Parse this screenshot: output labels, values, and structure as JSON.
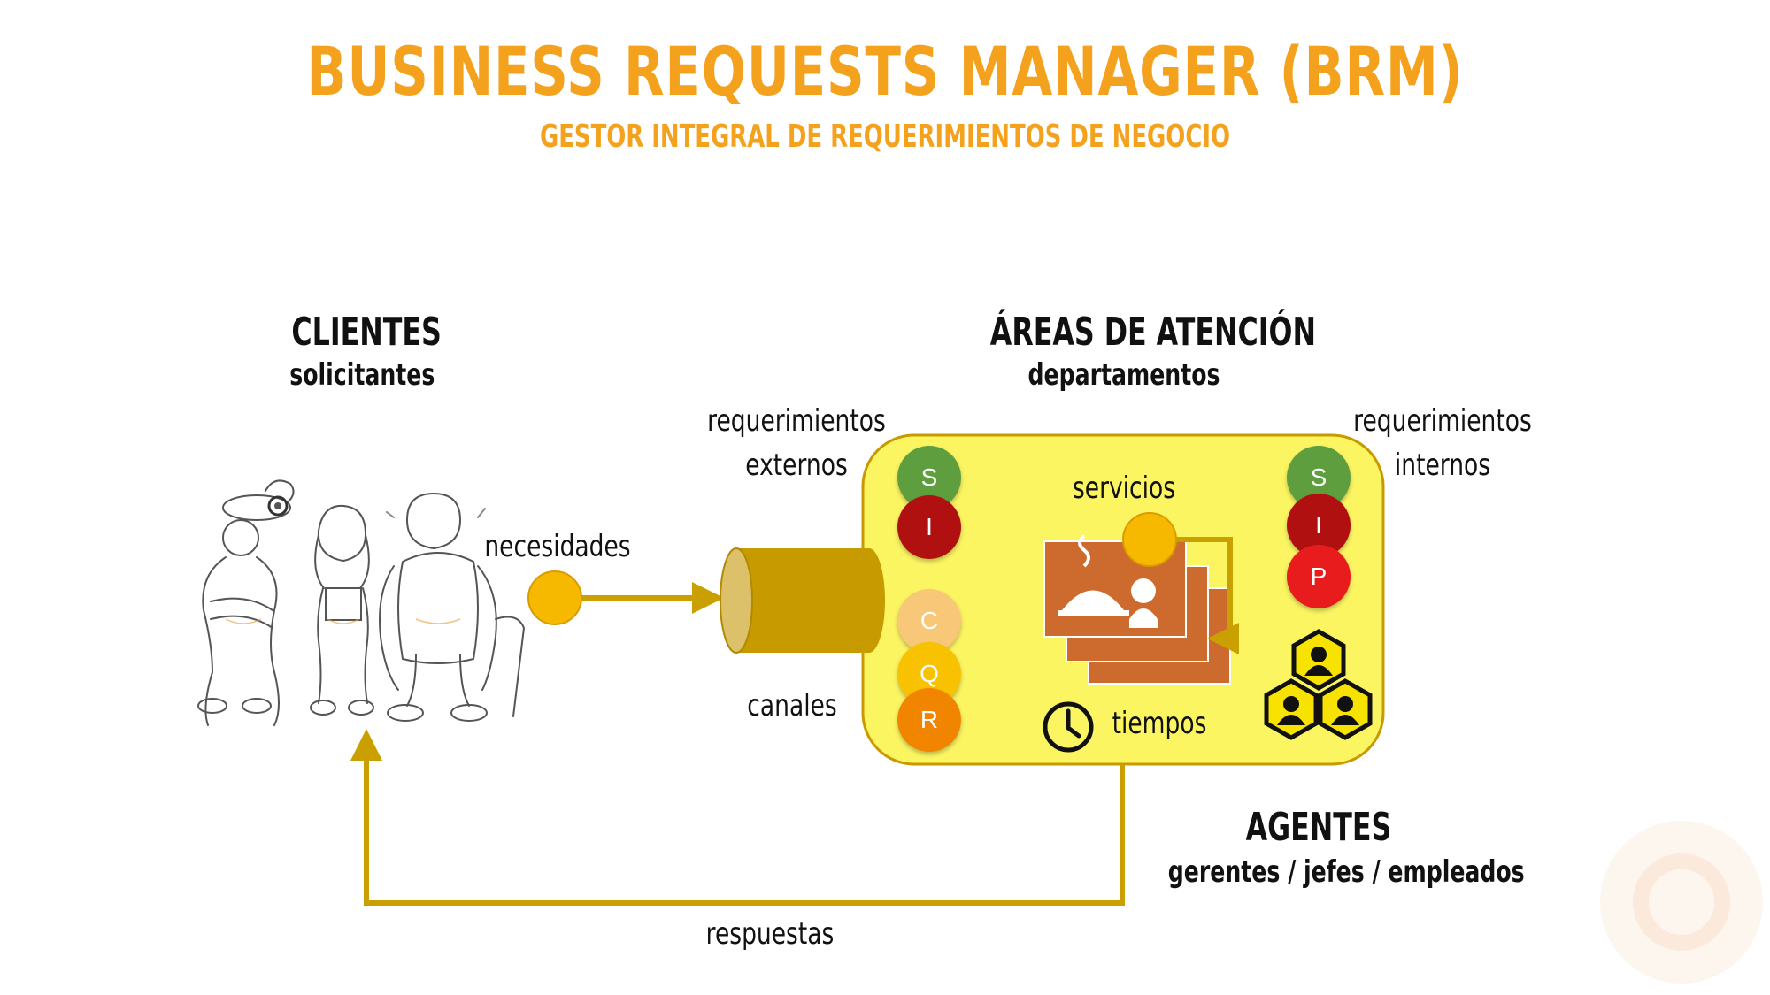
{
  "header": {
    "title": "BUSINESS REQUESTS MANAGER (BRM)",
    "subtitle": "GESTOR INTEGRAL DE REQUERIMIENTOS DE NEGOCIO"
  },
  "clients": {
    "title": "CLIENTES",
    "subtitle": "solicitantes"
  },
  "areas": {
    "title": "ÁREAS DE ATENCIÓN",
    "subtitle": "departamentos"
  },
  "agents": {
    "title": "AGENTES",
    "subtitle": "gerentes / jefes / empleados"
  },
  "labels": {
    "req_ext_1": "requerimientos",
    "req_ext_2": "externos",
    "req_int_1": "requerimientos",
    "req_int_2": "internos",
    "necesidades": "necesidades",
    "canales": "canales",
    "servicios": "servicios",
    "tiempos": "tiempos",
    "respuestas": "respuestas"
  },
  "ext_balls": [
    {
      "letter": "S",
      "color": "#5e9e3e"
    },
    {
      "letter": "I",
      "color": "#b01010"
    },
    {
      "letter": "C",
      "color": "#f8c878"
    },
    {
      "letter": "Q",
      "color": "#f8c200"
    },
    {
      "letter": "R",
      "color": "#f28500"
    }
  ],
  "int_balls": [
    {
      "letter": "S",
      "color": "#5e9e3e"
    },
    {
      "letter": "I",
      "color": "#b01010"
    },
    {
      "letter": "P",
      "color": "#e81c1c"
    }
  ],
  "colors": {
    "accent": "#f4a21d",
    "box_fill": "#fbf562",
    "box_border": "#c99a00",
    "arrow": "#c9a000",
    "service_card": "#cd6a2e",
    "node": "#f7b900"
  },
  "icons": [
    "client-figures-sketch",
    "channel-cylinder",
    "services-cards-icon",
    "clock-icon",
    "agents-hexagon-icon"
  ]
}
